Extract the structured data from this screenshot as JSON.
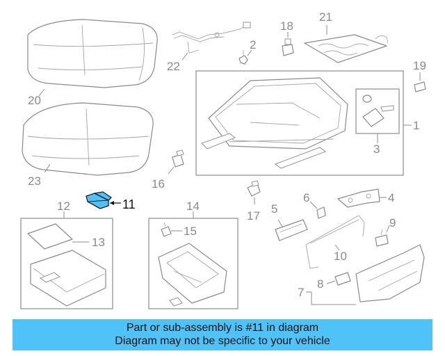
{
  "labels": {
    "n1": "1",
    "n2": "2",
    "n3": "3",
    "n4": "4",
    "n5": "5",
    "n6": "6",
    "n7": "7",
    "n8": "8",
    "n9": "9",
    "n10": "10",
    "n11": "11",
    "n12": "12",
    "n13": "13",
    "n14": "14",
    "n15": "15",
    "n16": "16",
    "n17": "17",
    "n18": "18",
    "n19": "19",
    "n20": "20",
    "n21": "21",
    "n22": "22",
    "n23": "23"
  },
  "highlight_color": "#4fc3f7",
  "banner": {
    "line1": "Part or sub-assembly is #11 in diagram",
    "line2": "Diagram may not be specific to your vehicle"
  }
}
